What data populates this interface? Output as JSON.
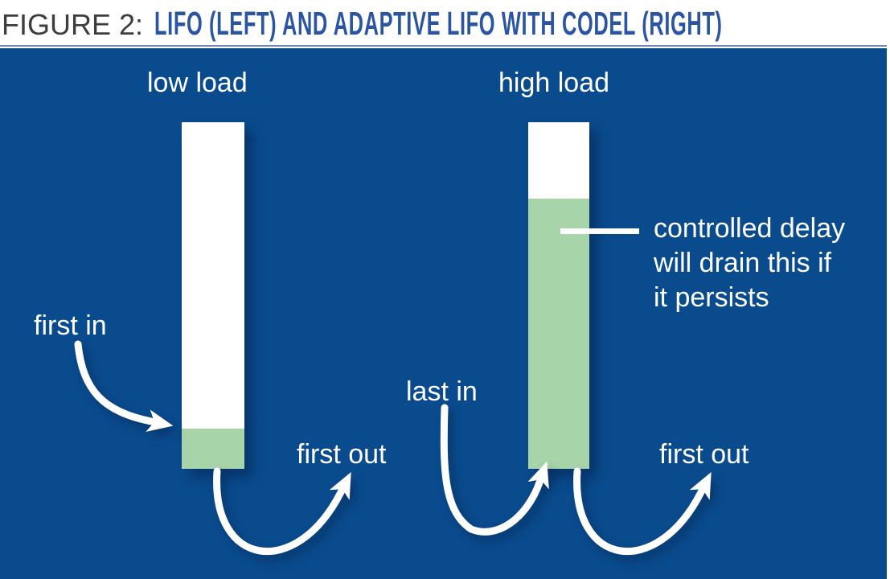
{
  "figure": {
    "label": "FIGURE 2:",
    "title": "LIFO (LEFT) AND ADAPTIVE LIFO WITH CODEL (RIGHT)"
  },
  "colors": {
    "panel_blue": "#0a4b8d",
    "queue_fill_green": "#a8d4a9",
    "title_accent_blue": "#2b55a3",
    "title_label_gray": "#3d3d40",
    "arrow_and_text_white": "#ffffff"
  },
  "left_queue": {
    "load_label": "low load",
    "in_label": "first in",
    "out_label": "first out"
  },
  "right_queue": {
    "load_label": "high load",
    "in_label": "last in",
    "out_label": "first out",
    "callout_lines": [
      "controlled delay",
      "will drain this if",
      "it persists"
    ]
  }
}
